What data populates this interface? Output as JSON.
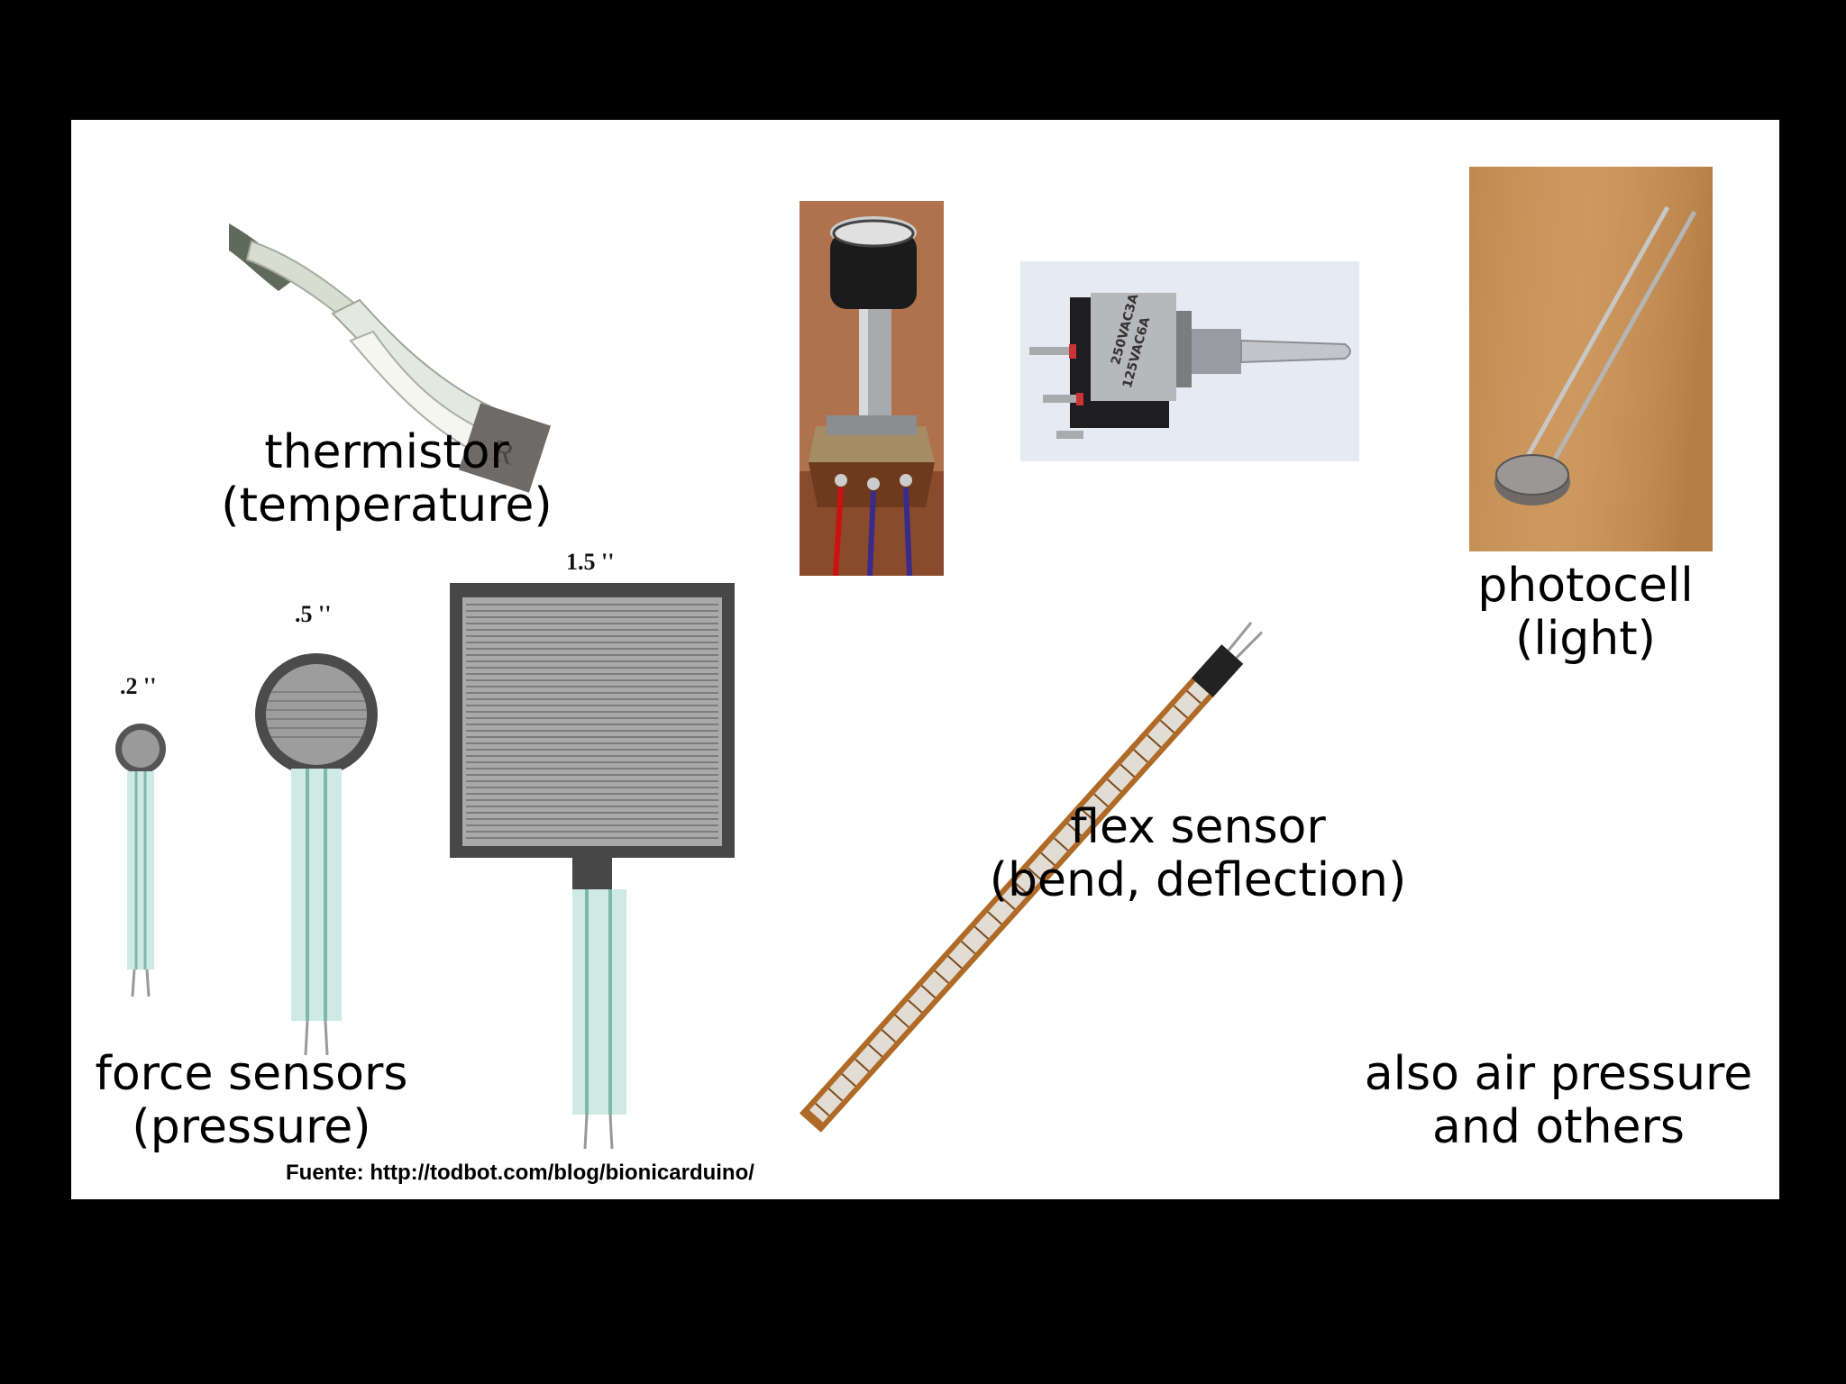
{
  "labels": {
    "thermistor": [
      "thermistor",
      "(temperature)"
    ],
    "photocell": [
      "photocell",
      "(light)"
    ],
    "flex": [
      "flex sensor",
      "(bend, deflection)"
    ],
    "force": [
      "force sensors",
      "(pressure)"
    ],
    "also": [
      "also air pressure",
      "and others"
    ]
  },
  "sizes": {
    "small": ".2 ''",
    "medium": ".5 ''",
    "large": "1.5 ''"
  },
  "source": "Fuente: http://todbot.com/blog/bionicarduino/",
  "toggle_marking": [
    "250VAC3A",
    "125VAC6A"
  ],
  "colors": {
    "background": "#000000",
    "slide": "#ffffff",
    "text": "#000000"
  }
}
